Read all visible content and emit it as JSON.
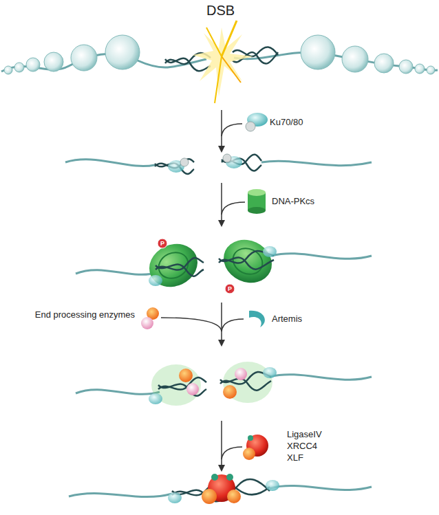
{
  "diagram": {
    "labels": [
      "DSB",
      "Ku70/80",
      "DNA-PKcs",
      "P",
      "P",
      "End processing enzymes",
      "Artemis",
      "LigaseIV",
      "XRCC4",
      "XLF"
    ]
  }
}
